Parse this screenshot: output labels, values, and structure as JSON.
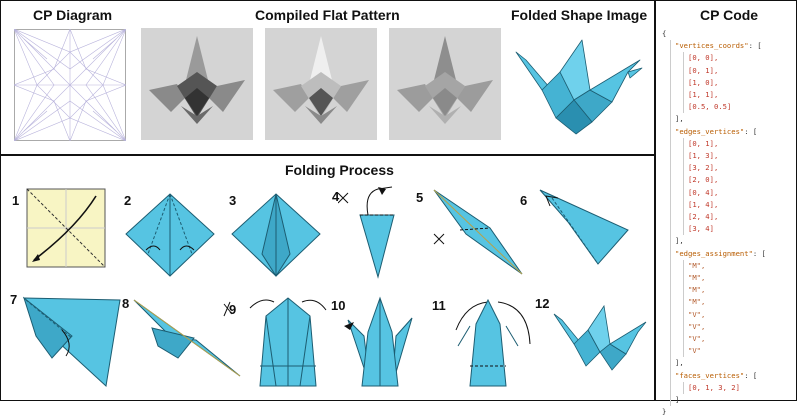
{
  "headers": {
    "cp_diagram": "CP Diagram",
    "compiled_flat_pattern": "Compiled Flat Pattern",
    "folded_shape_image": "Folded Shape Image",
    "cp_code": "CP Code",
    "folding_process": "Folding Process"
  },
  "steps": [
    "1",
    "2",
    "3",
    "4",
    "5",
    "6",
    "7",
    "8",
    "9",
    "10",
    "11",
    "12"
  ],
  "code": {
    "open": "{",
    "close": "}",
    "vertices_key": "\"vertices_coords\"",
    "vertices": [
      "[0, 0],",
      "[0, 1],",
      "[1, 0],",
      "[1, 1],",
      "[0.5, 0.5]"
    ],
    "edges_key": "\"edges_vertices\"",
    "edges": [
      "[0, 1],",
      "[1, 3],",
      "[3, 2],",
      "[2, 0],",
      "[0, 4],",
      "[1, 4],",
      "[2, 4],",
      "[3, 4]"
    ],
    "assign_key": "\"edges_assignment\"",
    "assign": [
      "\"M\",",
      "\"M\",",
      "\"M\",",
      "\"M\",",
      "\"V\",",
      "\"V\",",
      "\"V\",",
      "\"V\""
    ],
    "faces_key": "\"faces_vertices\"",
    "faces": [
      "[0, 1, 3, 2]"
    ]
  },
  "colors": {
    "crane": "#56c4e2",
    "crane_dark": "#2a8fb0",
    "paper_yellow": "#f8f5c4"
  }
}
